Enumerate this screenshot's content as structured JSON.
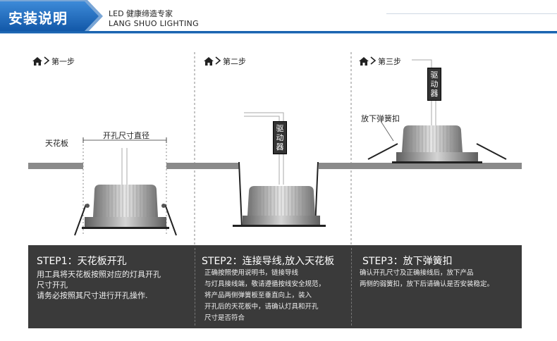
{
  "header": {
    "title": "安装说明",
    "subtitle_cn": "LED 健康缔造专家",
    "subtitle_en": "LANG SHUO LIGHTING"
  },
  "steps": [
    {
      "head": "第一步",
      "labels": {
        "ceiling": "天花板",
        "hole": "开孔尺寸直径"
      },
      "title": "STEP1：天花板开孔",
      "lines": [
        "用工具将天花板按照对应的灯具开孔",
        "尺寸开孔",
        "请务必按照其尺寸进行开孔操作."
      ]
    },
    {
      "head": "第二步",
      "driver": "驱动器",
      "title": "STEP2：连接导线,放入天花板",
      "lines": [
        "正确按照使用说明书，链接导线",
        "与灯具接线端，敬请遵循按线安全规范，",
        "将产品两侧弹簧板至垂直向上，装入",
        "开孔后的天花板中，请确认灯具和开孔",
        "尺寸是否符合"
      ]
    },
    {
      "head": "第三步",
      "driver": "驱动器",
      "labels": {
        "spring": "放下弹簧扣"
      },
      "title": "STEP3：放下弹簧扣",
      "lines": [
        "确认开孔尺寸及正确接线后，放下产品",
        "两侧的弱簧扣，放下后请确认是否安装稳定。"
      ]
    }
  ],
  "icons": [
    "home-icon",
    "arrow-right-icon"
  ]
}
